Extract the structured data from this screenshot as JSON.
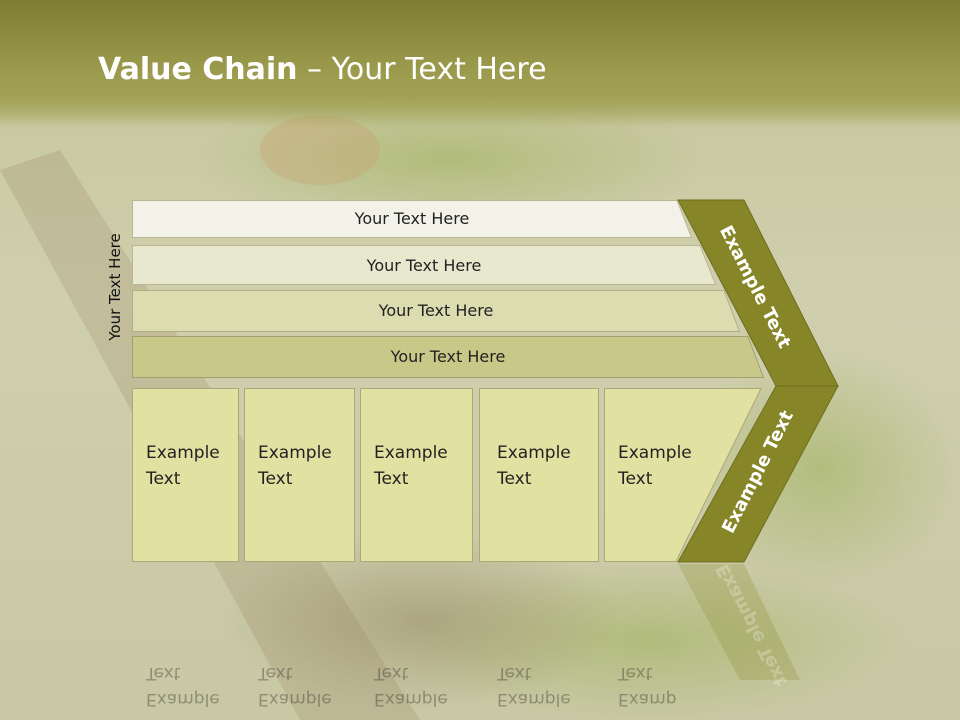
{
  "slide": {
    "title_bold": "Value Chain",
    "title_rest": " – Your Text Here",
    "vertical_label": "Your Text Here",
    "rows": [
      {
        "label": "Your Text Here"
      },
      {
        "label": "Your Text Here"
      },
      {
        "label": "Your Text Here"
      },
      {
        "label": "Your Text Here"
      }
    ],
    "boxes": [
      {
        "line1": "Example",
        "line2": "Text"
      },
      {
        "line1": "Example",
        "line2": "Text"
      },
      {
        "line1": "Example",
        "line2": "Text"
      },
      {
        "line1": "Example",
        "line2": "Text"
      },
      {
        "line1": "Example",
        "line2": "Text"
      }
    ],
    "chevron_upper_text": "Example Text",
    "chevron_lower_text": "Example Text",
    "colors": {
      "row1": "#f3f2e8",
      "row2": "#e8e8cf",
      "row3": "#dcdcb1",
      "row4": "#c8c888",
      "box": "#e1e1a2",
      "chevron": "#868628",
      "title": "#ffffff"
    }
  }
}
